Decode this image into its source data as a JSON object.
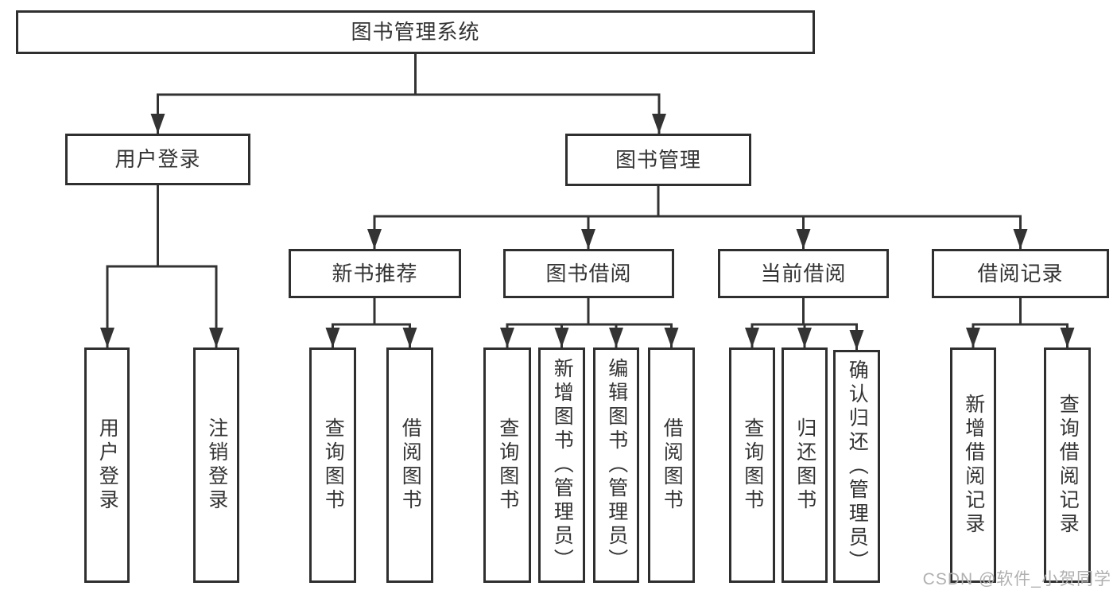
{
  "tree": {
    "root": {
      "label": "图书管理系统",
      "children": [
        {
          "label": "用户登录",
          "children": [
            {
              "label": "用户登录"
            },
            {
              "label": "注销登录"
            }
          ]
        },
        {
          "label": "图书管理",
          "children": [
            {
              "label": "新书推荐",
              "children": [
                {
                  "label": "查询图书"
                },
                {
                  "label": "借阅图书"
                }
              ]
            },
            {
              "label": "图书借阅",
              "children": [
                {
                  "label": "查询图书"
                },
                {
                  "label": "新增图书（管理员）"
                },
                {
                  "label": "编辑图书（管理员）"
                },
                {
                  "label": "借阅图书"
                }
              ]
            },
            {
              "label": "当前借阅",
              "children": [
                {
                  "label": "查询图书"
                },
                {
                  "label": "归还图书"
                },
                {
                  "label": "确认归还（管理员）"
                }
              ]
            },
            {
              "label": "借阅记录",
              "children": [
                {
                  "label": "新增借阅记录"
                },
                {
                  "label": "查询借阅记录"
                }
              ]
            }
          ]
        }
      ]
    }
  },
  "watermark": {
    "text": "CSDN @软件_小贺同学",
    "color": "#b0b0b0"
  },
  "colors": {
    "line": "#333333",
    "node_border": "#2f2f2f",
    "node_text": "#333333",
    "background": "#ffffff"
  }
}
